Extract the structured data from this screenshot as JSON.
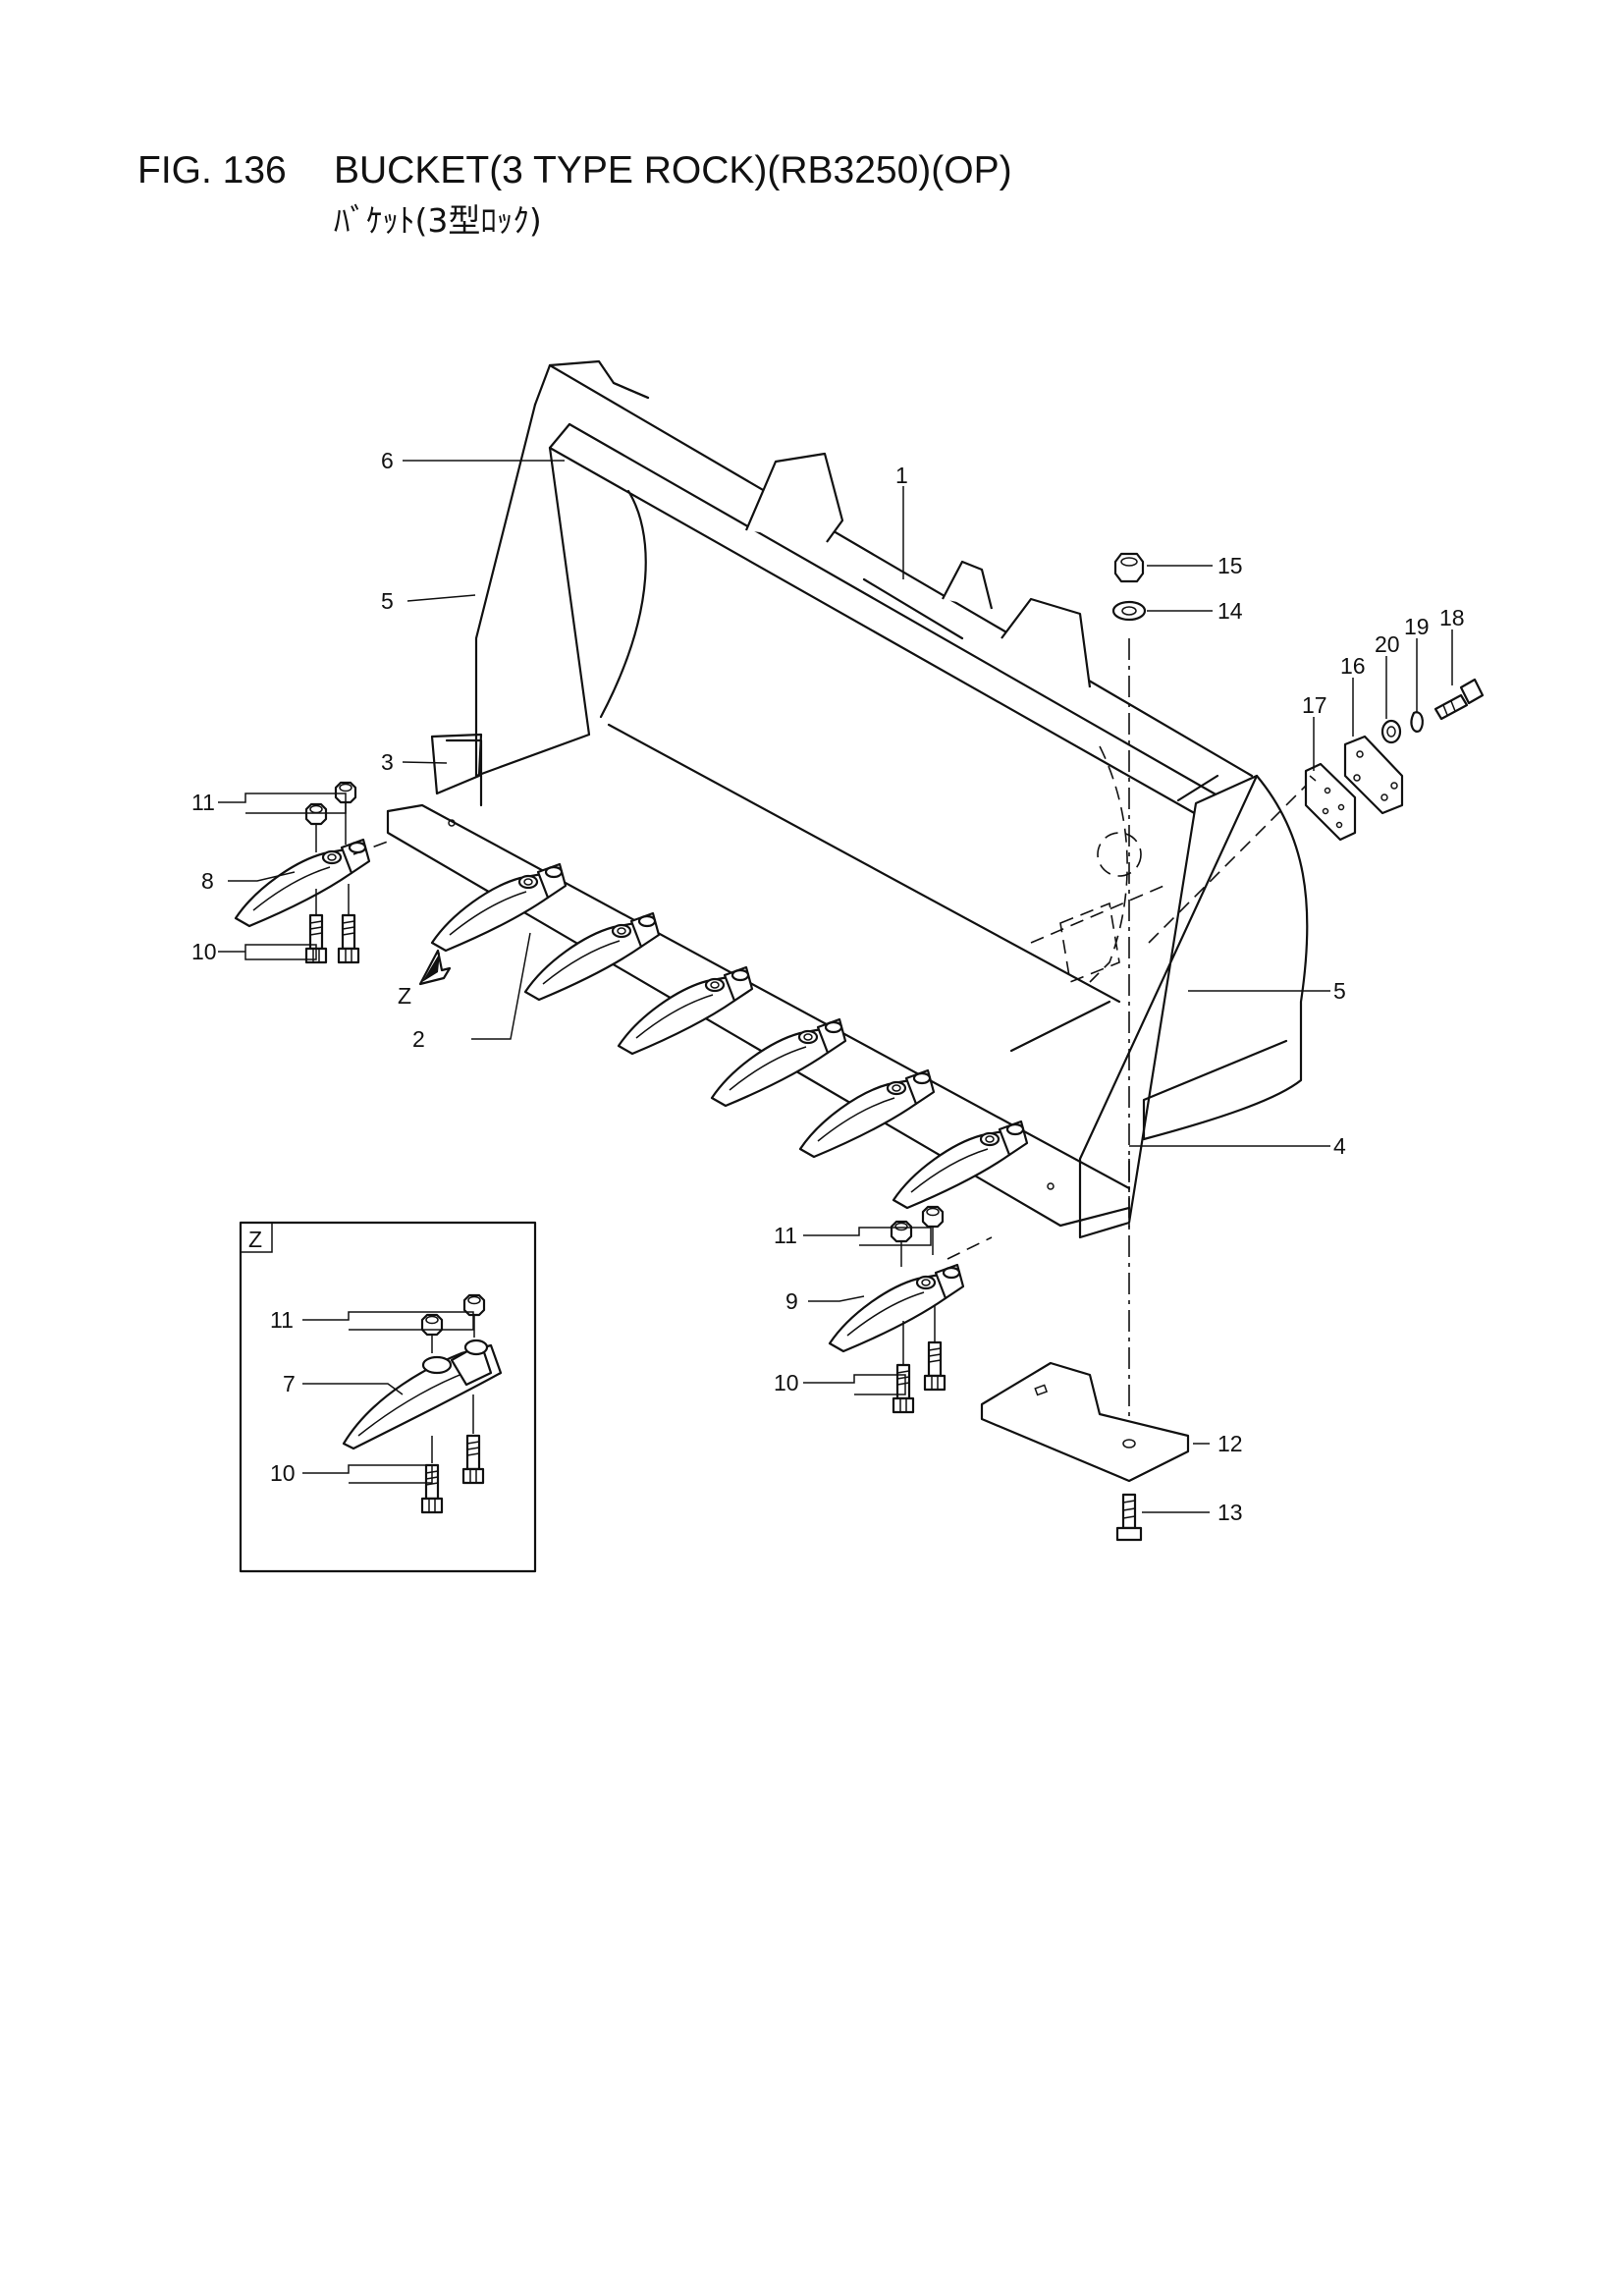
{
  "figure": {
    "number_label": "FIG. 136",
    "title": "BUCKET(3 TYPE ROCK)(RB3250)(OP)",
    "subtitle": "ﾊﾞｹｯﾄ(3型ﾛｯｸ)"
  },
  "view_label": "Z",
  "detail_box_label": "Z",
  "callouts": [
    {
      "id": "c1",
      "label": "1"
    },
    {
      "id": "c2",
      "label": "2"
    },
    {
      "id": "c3",
      "label": "3"
    },
    {
      "id": "c4",
      "label": "4"
    },
    {
      "id": "c5a",
      "label": "5"
    },
    {
      "id": "c5b",
      "label": "5"
    },
    {
      "id": "c6",
      "label": "6"
    },
    {
      "id": "c7",
      "label": "7"
    },
    {
      "id": "c8",
      "label": "8"
    },
    {
      "id": "c9",
      "label": "9"
    },
    {
      "id": "c10a",
      "label": "10"
    },
    {
      "id": "c10b",
      "label": "10"
    },
    {
      "id": "c10c",
      "label": "10"
    },
    {
      "id": "c11a",
      "label": "11"
    },
    {
      "id": "c11b",
      "label": "11"
    },
    {
      "id": "c11c",
      "label": "11"
    },
    {
      "id": "c12",
      "label": "12"
    },
    {
      "id": "c13",
      "label": "13"
    },
    {
      "id": "c14",
      "label": "14"
    },
    {
      "id": "c15",
      "label": "15"
    },
    {
      "id": "c16",
      "label": "16"
    },
    {
      "id": "c17",
      "label": "17"
    },
    {
      "id": "c18",
      "label": "18"
    },
    {
      "id": "c19",
      "label": "19"
    },
    {
      "id": "c20",
      "label": "20"
    }
  ]
}
